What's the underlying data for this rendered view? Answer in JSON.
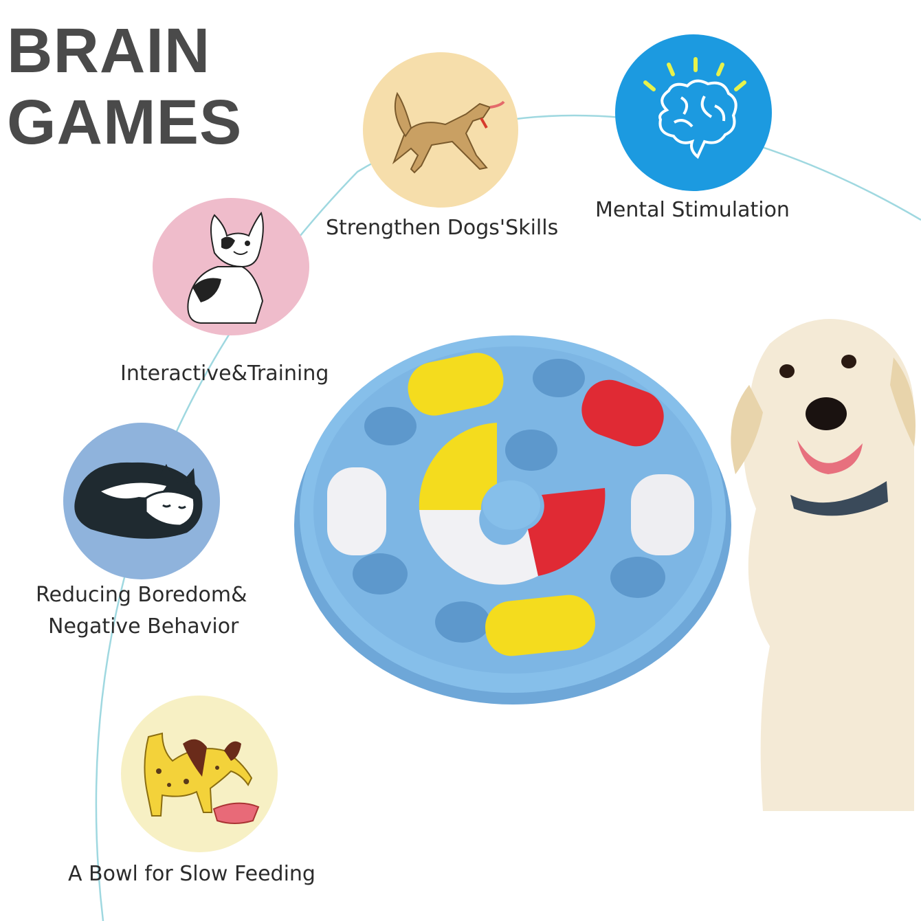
{
  "title": {
    "line1": "BRAIN",
    "line2": "GAMES"
  },
  "features": [
    {
      "label": "Strengthen Dogs'Skills",
      "icon": "playful-dog-icon",
      "bg": "#f6deab"
    },
    {
      "label": "Mental Stimulation",
      "icon": "brain-icon",
      "bg": "#1c9ae0"
    },
    {
      "label": "Interactive&Training",
      "icon": "sitting-dog-icon",
      "bg": "#efbccb"
    },
    {
      "label_line1": "Reducing Boredom&",
      "label_line2": "Negative Behavior",
      "icon": "sleeping-husky-icon",
      "bg": "#8fb3dc"
    },
    {
      "label": "A Bowl for Slow Feeding",
      "icon": "eating-dog-icon",
      "bg": "#f7f0c4"
    }
  ],
  "colors": {
    "puzzle_blue": "#7fb8e6",
    "yellow": "#f7e12a",
    "red": "#e8303a",
    "white": "#f3f3f5",
    "title": "#4a4a4a"
  },
  "product": {
    "name": "dog-puzzle-feeder"
  },
  "photo": {
    "subject": "golden-retriever-puppy"
  }
}
